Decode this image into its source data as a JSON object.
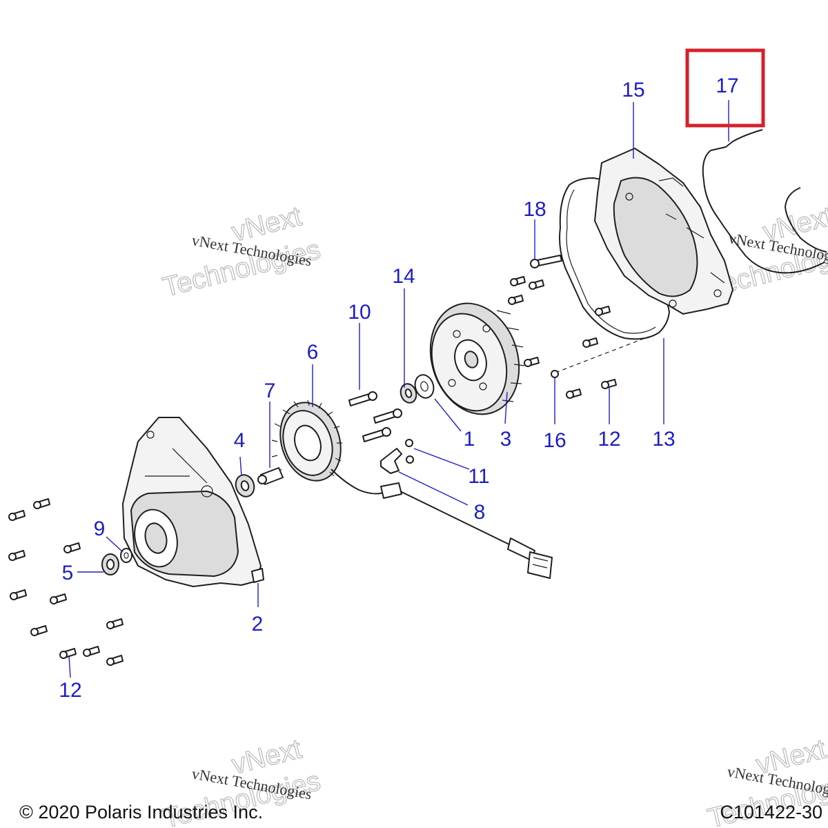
{
  "diagram": {
    "callouts": {
      "c1": "1",
      "c2": "2",
      "c3": "3",
      "c4": "4",
      "c5": "5",
      "c6": "6",
      "c7": "7",
      "c8": "8",
      "c9": "9",
      "c10": "10",
      "c11": "11",
      "c12a": "12",
      "c12b": "12",
      "c13": "13",
      "c14": "14",
      "c15": "15",
      "c16": "16",
      "c17": "17",
      "c18": "18"
    },
    "highlighted_callout": "17",
    "highlight_color": "#d6202a",
    "callout_color": "#1c1cc9"
  },
  "watermarks": {
    "text_small": "vNext Technologies",
    "text_big_line1": "vNext",
    "text_big_line2": "Technologies"
  },
  "footer": {
    "copyright": "© 2020 Polaris Industries Inc.",
    "diagram_code": "C101422-30"
  }
}
